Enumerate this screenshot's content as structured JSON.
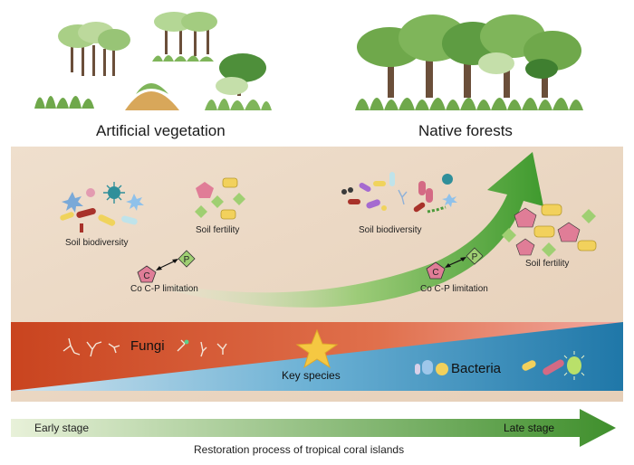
{
  "headings": {
    "left": "Artificial vegetation",
    "right": "Native forests"
  },
  "early": {
    "biodiversity": "Soil biodiversity",
    "fertility": "Soil fertility",
    "limitation": "Co C-P limitation"
  },
  "late": {
    "biodiversity": "Soil biodiversity",
    "fertility": "Soil fertility",
    "limitation": "Co C-P limitation"
  },
  "nutrients": {
    "carbon": "C",
    "phosphorus": "P"
  },
  "band": {
    "fungi": "Fungi",
    "key_species": "Key species",
    "bacteria": "Bacteria"
  },
  "timeline": {
    "start": "Early stage",
    "end": "Late stage",
    "caption": "Restoration process of tropical coral islands"
  },
  "colors": {
    "panel": "#ecd9c6",
    "fungi_band": "#d8532c",
    "bacteria_band": "#2a7fb0",
    "arrow_green": "#3f9a2e",
    "pentagon": "#e07d97",
    "diamond": "#9fcf72",
    "rounded_rect": "#f2d15c"
  }
}
